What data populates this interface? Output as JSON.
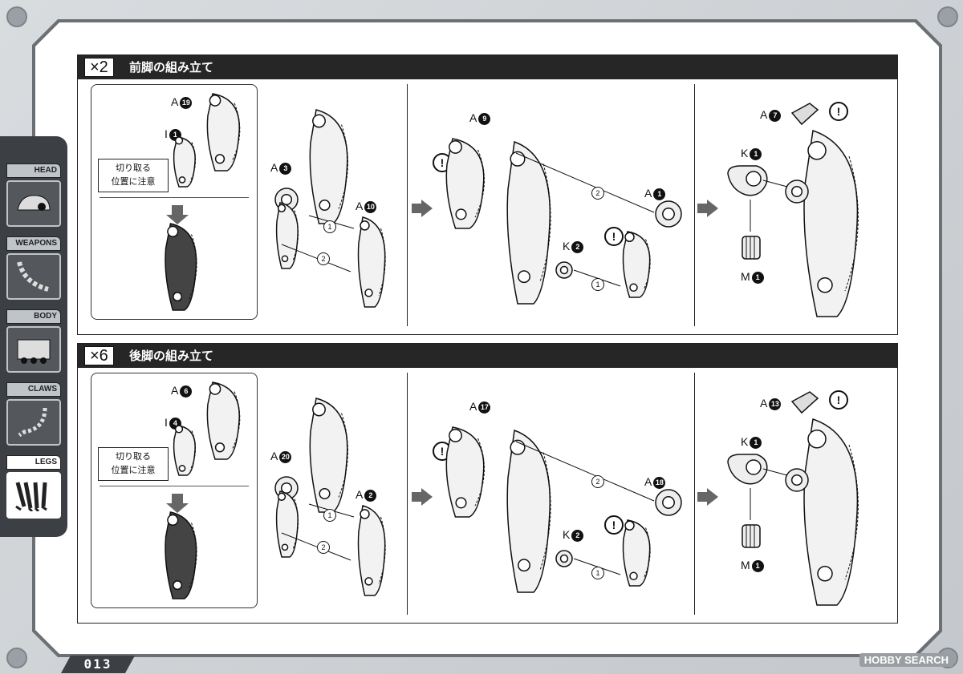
{
  "page": {
    "page_number": "013",
    "watermark": "HOBBY SEARCH"
  },
  "sidebar": {
    "tabs": [
      {
        "label": "HEAD",
        "icon": "head-icon",
        "active": false
      },
      {
        "label": "WEAPONS",
        "icon": "weapons-icon",
        "active": false
      },
      {
        "label": "BODY",
        "icon": "body-icon",
        "active": false
      },
      {
        "label": "CLAWS",
        "icon": "claws-icon",
        "active": false
      },
      {
        "label": "LEGS",
        "icon": "legs-icon",
        "active": true
      }
    ]
  },
  "sections": [
    {
      "multiplier": "×2",
      "title": "前脚の組み立て",
      "note": {
        "line1": "切り取る",
        "line2": "位置に注意"
      },
      "labels": {
        "a_top": "A",
        "a_top_num": "19",
        "i_part": "I",
        "i_num": "1",
        "a_mid": "A",
        "a_mid_num": "3",
        "a_right": "A",
        "a_right_num": "10",
        "p2_a_top": "A",
        "p2_a_top_num": "9",
        "p2_a_right": "A",
        "p2_a_right_num": "1",
        "p2_k": "K",
        "p2_k_num": "2",
        "p3_a": "A",
        "p3_a_num": "7",
        "p3_k": "K",
        "p3_k_num": "1",
        "p3_m": "M",
        "p3_m_num": "1"
      },
      "steps": [
        "1",
        "2"
      ]
    },
    {
      "multiplier": "×6",
      "title": "後脚の組み立て",
      "note": {
        "line1": "切り取る",
        "line2": "位置に注意"
      },
      "labels": {
        "a_top": "A",
        "a_top_num": "6",
        "i_part": "I",
        "i_num": "4",
        "a_mid": "A",
        "a_mid_num": "20",
        "a_right": "A",
        "a_right_num": "2",
        "p2_a_top": "A",
        "p2_a_top_num": "17",
        "p2_a_right": "A",
        "p2_a_right_num": "18",
        "p2_k": "K",
        "p2_k_num": "2",
        "p3_a": "A",
        "p3_a_num": "13",
        "p3_k": "K",
        "p3_k_num": "1",
        "p3_m": "M",
        "p3_m_num": "1"
      },
      "steps": [
        "1",
        "2"
      ]
    }
  ],
  "colors": {
    "header_bg": "#262626",
    "sidebar_bg": "#3c3f43",
    "arrow": "#666666"
  }
}
